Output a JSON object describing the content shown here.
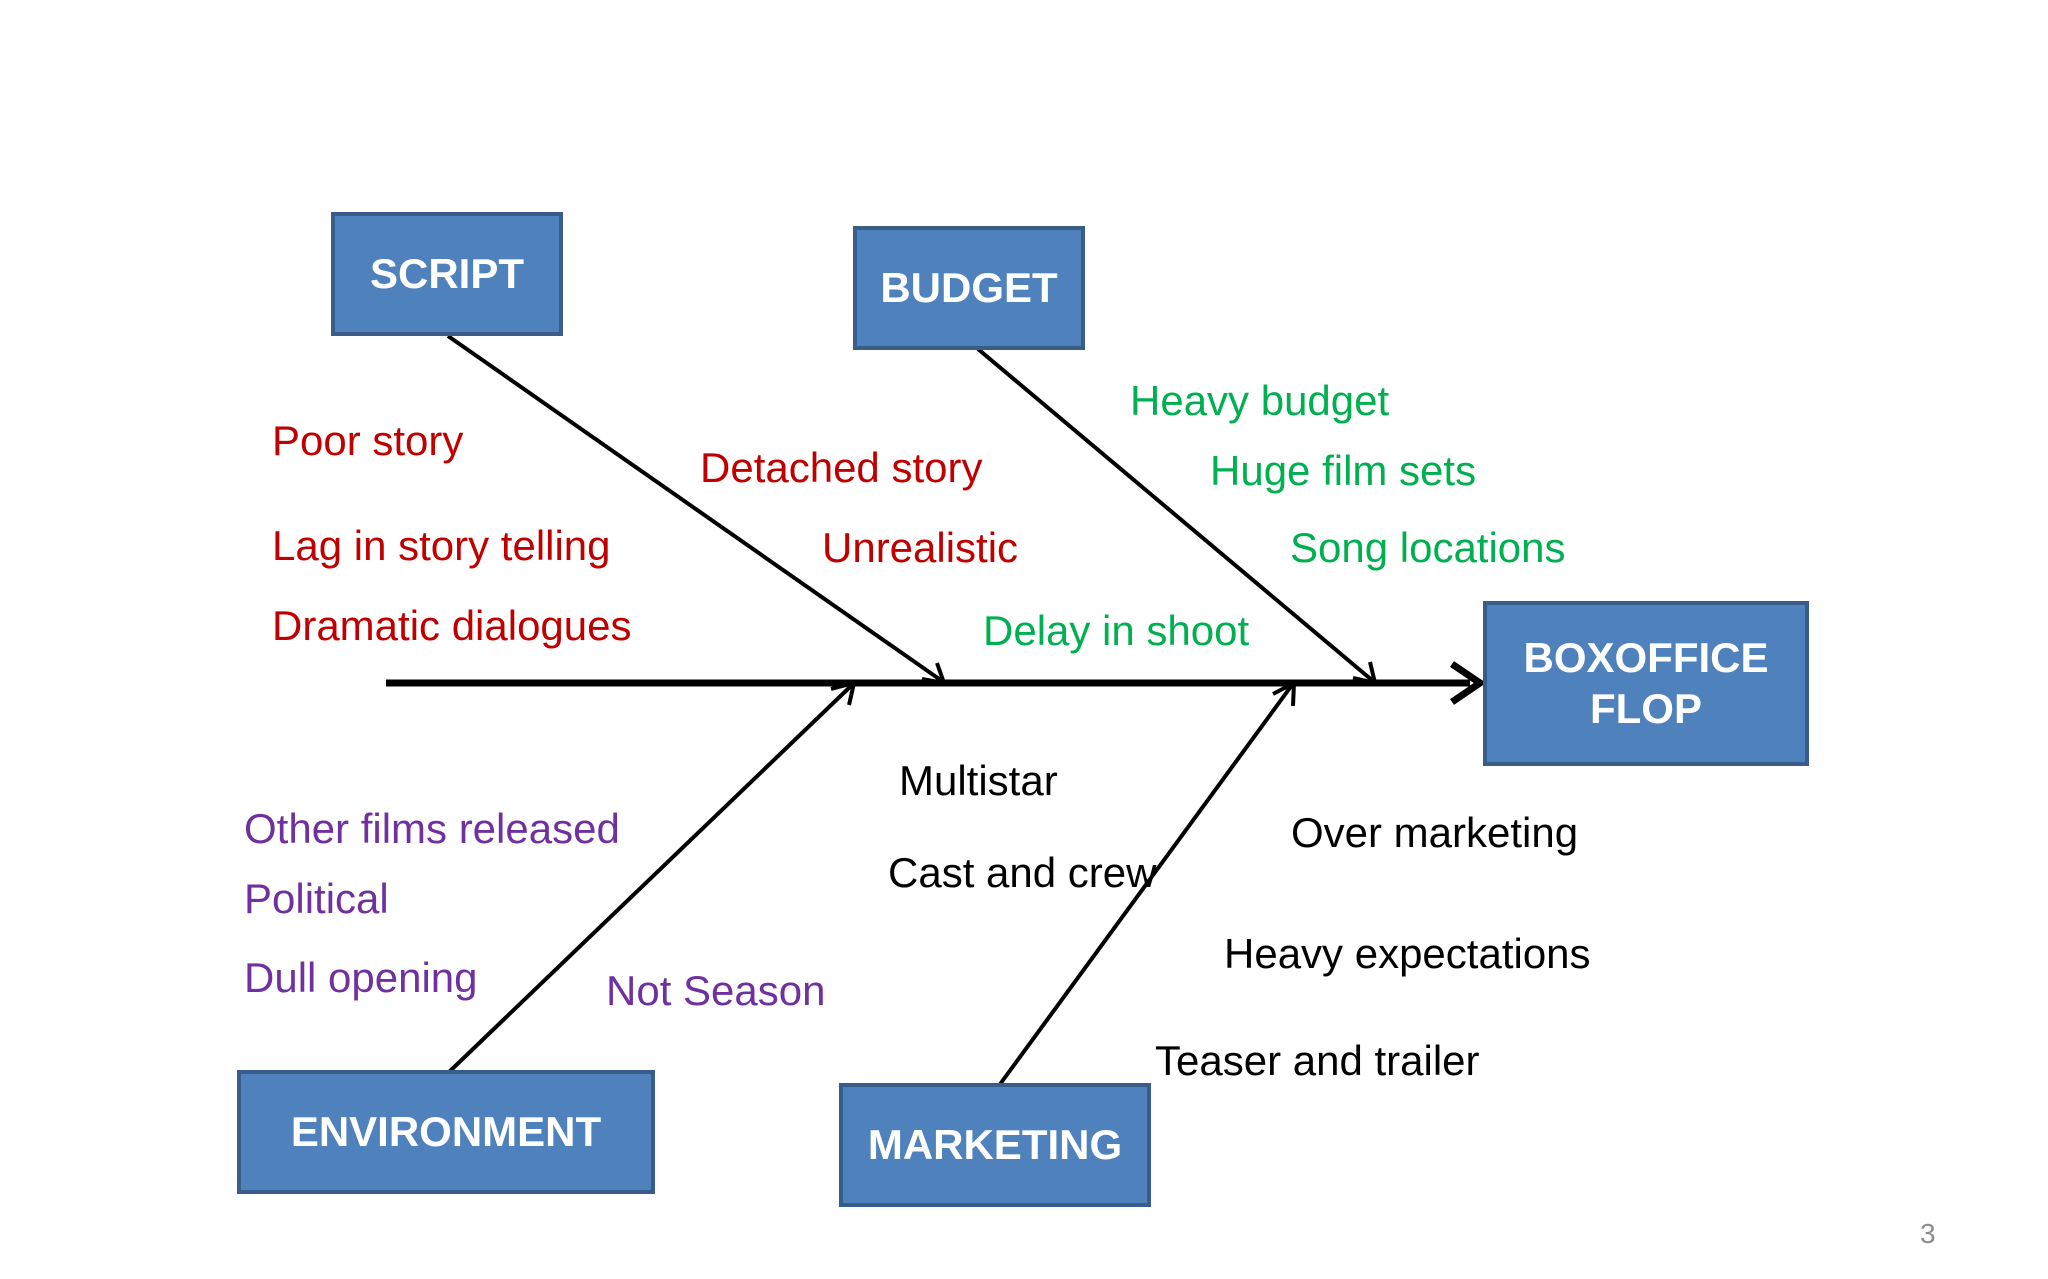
{
  "effect": {
    "line1": "BOXOFFICE",
    "line2": "FLOP"
  },
  "categories": {
    "script": "SCRIPT",
    "budget": "BUDGET",
    "environment": "ENVIRONMENT",
    "marketing": "MARKETING"
  },
  "causes": {
    "script": [
      "Poor story",
      "Lag in story telling",
      "Dramatic dialogues",
      "Detached story",
      "Unrealistic"
    ],
    "budget": [
      "Heavy budget",
      "Huge film sets",
      "Song locations",
      "Delay in shoot"
    ],
    "environment": [
      "Other films released",
      "Political",
      "Dull opening",
      "Not Season"
    ],
    "marketing": [
      "Multistar",
      "Cast and crew",
      "Over marketing",
      "Heavy expectations",
      "Teaser and trailer"
    ]
  },
  "colors": {
    "box_fill": "#4f81bd",
    "box_border": "#385d8a",
    "script_text": "#c00000",
    "budget_text": "#00b050",
    "environment_text": "#7030a0",
    "marketing_text": "#000000",
    "line": "#000000"
  },
  "slide_number": "3"
}
